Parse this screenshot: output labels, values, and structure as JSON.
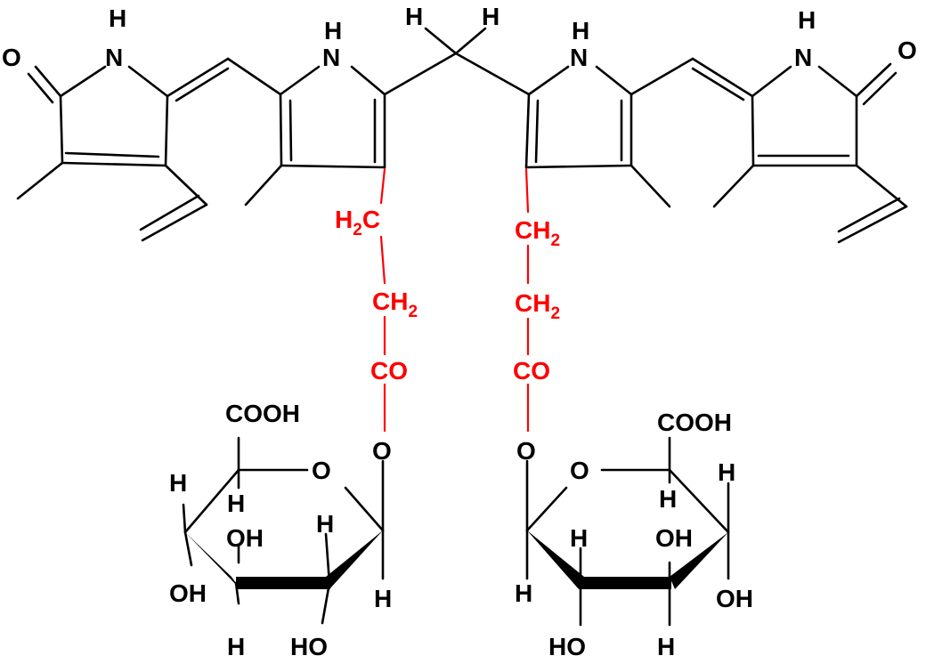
{
  "colors": {
    "bond": "#000000",
    "linker": "#ff0000",
    "background": "#ffffff"
  },
  "labels": {
    "nh": "N",
    "h": "H",
    "o": "O",
    "co": "CO",
    "ch_main": "CH",
    "ch_sub": "2",
    "h2c_h": "H",
    "h2c_sub": "2",
    "h2c_c": "C",
    "cooh": "COOH",
    "oh": "OH",
    "ho": "HO"
  }
}
